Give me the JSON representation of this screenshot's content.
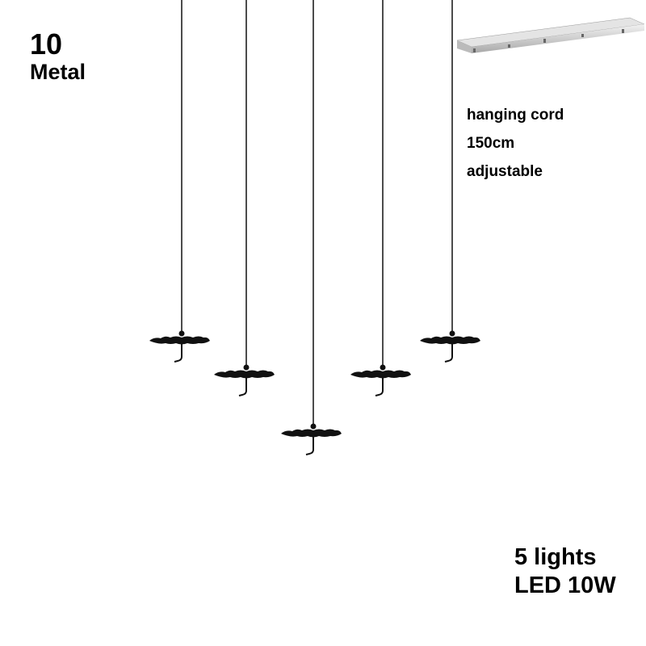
{
  "option_number": "10",
  "material": "Metal",
  "cord_info": [
    "hanging cord",
    "150cm",
    "adjustable"
  ],
  "specs": [
    "5 lights",
    "LED 10W"
  ],
  "colors": {
    "shade": "#111111",
    "canopy": "#c8c8c8",
    "text": "#000000"
  },
  "icons": [
    "pendant-light",
    "ceiling-canopy"
  ]
}
